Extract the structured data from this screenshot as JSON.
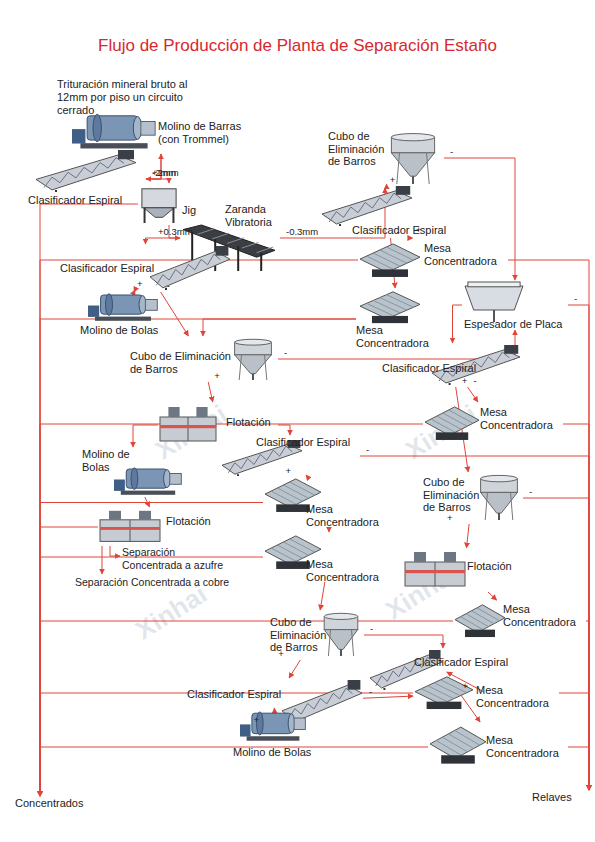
{
  "diagram": {
    "title": "Flujo de Producción de Planta de Separación Estaño",
    "nodes": [
      {
        "text": [
          "Molino de Barras (con Trommel)"
        ]
      },
      {
        "text": [
          "Clasificador Espiral"
        ]
      },
      {
        "text": [
          "Jig"
        ]
      },
      {
        "text": [
          "Zaranda Vibratoria"
        ]
      },
      {
        "text": [
          "Clasificador Espiral"
        ]
      },
      {
        "text": [
          "Molino de Bolas"
        ]
      },
      {
        "text": [
          "Cubo de Eliminación de Barros"
        ]
      },
      {
        "text": [
          "Clasificador Espiral"
        ]
      },
      {
        "text": [
          "Mesa Concentradora"
        ]
      },
      {
        "text": [
          "Mesa Concentradora"
        ]
      },
      {
        "text": [
          "Espesador de Placa"
        ]
      },
      {
        "text": [
          "Cubo de Eliminación de Barros"
        ]
      },
      {
        "text": [
          "Clasificador Espiral"
        ]
      },
      {
        "text": [
          "Flotación"
        ]
      },
      {
        "text": [
          "Clasificador Espiral"
        ]
      },
      {
        "text": [
          "Mesa Concentradora"
        ]
      },
      {
        "text": [
          "Molino de Bolas"
        ]
      },
      {
        "text": [
          "Mesa Concentradora"
        ]
      },
      {
        "text": [
          "Cubo de Eliminación de Barros"
        ]
      },
      {
        "text": [
          "Flotación"
        ]
      },
      {
        "text": [
          "Mesa Concentradora"
        ]
      },
      {
        "text": [
          "Flotación"
        ]
      },
      {
        "text": [
          "Mesa Concentradora"
        ]
      },
      {
        "text": [
          "Cubo de Eliminación de Barros"
        ]
      },
      {
        "text": [
          "Clasificador Espiral"
        ]
      },
      {
        "text": [
          "Clasificador Espiral"
        ]
      },
      {
        "text": [
          "Mesa Concentradora"
        ]
      },
      {
        "text": [
          "Molino de Bolas"
        ]
      },
      {
        "text": [
          "Mesa Concentradora"
        ]
      },
      {
        "text": [
          "Concentrados"
        ]
      },
      {
        "text": [
          "Relaves"
        ]
      }
    ],
    "edges": [
      {
        "from": 0,
        "to": 1,
        "arrow": "to"
      },
      {
        "from": 1,
        "to": 0,
        "arrow": "to",
        "label": "+2mm"
      },
      {
        "from": 1,
        "to": 2,
        "arrow": "to",
        "label": "-2mm"
      },
      {
        "from": 2,
        "to": 29,
        "arrow": "to"
      },
      {
        "from": 2,
        "to": 3,
        "arrow": "to"
      },
      {
        "from": 3,
        "to": 4,
        "arrow": "to",
        "label": "+0.3mm"
      },
      {
        "from": 3,
        "to": 6,
        "arrow": "to",
        "label": "-0.3mm"
      },
      {
        "from": 4,
        "to": 5,
        "arrow": "to",
        "label": "+"
      },
      {
        "from": 5,
        "to": 4,
        "arrow": "to"
      },
      {
        "from": 4,
        "to": 11,
        "arrow": "to",
        "label": "-"
      },
      {
        "from": 6,
        "to": 7,
        "arrow": "to",
        "label": "+"
      },
      {
        "from": 6,
        "to": 10,
        "arrow": "to",
        "label": "-"
      },
      {
        "from": 7,
        "to": 8,
        "arrow": "to",
        "label": "+"
      },
      {
        "from": 7,
        "to": 9,
        "arrow": "to",
        "label": "-"
      },
      {
        "from": 8,
        "to": 29,
        "arrow": "to"
      },
      {
        "from": 8,
        "to": 30,
        "arrow": "to"
      },
      {
        "from": 9,
        "to": 11,
        "arrow": "to"
      },
      {
        "from": 9,
        "to": 29,
        "arrow": "to"
      },
      {
        "from": 10,
        "to": 12,
        "arrow": "to"
      },
      {
        "from": 10,
        "to": 30,
        "arrow": "to",
        "label": "-"
      },
      {
        "from": 11,
        "to": 13,
        "arrow": "to",
        "label": "+"
      },
      {
        "from": 11,
        "to": 10,
        "arrow": "to",
        "label": "-"
      },
      {
        "from": 12,
        "to": 15,
        "arrow": "to",
        "label": "-"
      },
      {
        "from": 12,
        "to": 18,
        "arrow": "to",
        "label": "+"
      },
      {
        "from": 13,
        "to": 14,
        "arrow": "to"
      },
      {
        "from": 13,
        "to": 16,
        "arrow": "to"
      },
      {
        "from": 14,
        "to": 17,
        "arrow": "to",
        "label": "+"
      },
      {
        "from": 14,
        "to": 30,
        "arrow": "to",
        "label": "-"
      },
      {
        "from": 15,
        "to": 29,
        "arrow": "to"
      },
      {
        "from": 15,
        "to": 30,
        "arrow": "to"
      },
      {
        "from": 16,
        "to": 19,
        "arrow": "to"
      },
      {
        "from": 17,
        "to": 20,
        "arrow": "to"
      },
      {
        "from": 17,
        "to": 29,
        "arrow": "to"
      },
      {
        "from": 18,
        "to": 21,
        "arrow": "to",
        "label": "+"
      },
      {
        "from": 18,
        "to": 30,
        "arrow": "to",
        "label": "-"
      },
      {
        "from": 19,
        "to": 29,
        "arrow": "to"
      },
      {
        "from": 20,
        "to": 23,
        "arrow": "to"
      },
      {
        "from": 20,
        "to": 29,
        "arrow": "to"
      },
      {
        "from": 21,
        "to": 22,
        "arrow": "to"
      },
      {
        "from": 22,
        "to": 29,
        "arrow": "to"
      },
      {
        "from": 22,
        "to": 30,
        "arrow": "to"
      },
      {
        "from": 23,
        "to": 25,
        "arrow": "to",
        "label": "+"
      },
      {
        "from": 23,
        "to": 24,
        "arrow": "to",
        "label": "-"
      },
      {
        "from": 25,
        "to": 27,
        "arrow": "to",
        "label": "+"
      },
      {
        "from": 27,
        "to": 25,
        "arrow": "to"
      },
      {
        "from": 25,
        "to": 26,
        "arrow": "to",
        "label": "-"
      },
      {
        "from": 24,
        "to": 26,
        "arrow": "to",
        "label": "+"
      },
      {
        "from": 24,
        "to": 28,
        "arrow": "to",
        "label": "-"
      },
      {
        "from": 26,
        "to": 29,
        "arrow": "to"
      },
      {
        "from": 26,
        "to": 30,
        "arrow": "to"
      },
      {
        "from": 28,
        "to": 29,
        "arrow": "to"
      },
      {
        "from": 28,
        "to": 30,
        "arrow": "to"
      }
    ],
    "labels": [
      "Trituración mineral bruto al 12mm por piso un circuito cerrado",
      "Separación Concentrada a azufre",
      "Separación Concentrada a cobre",
      "Xinhai",
      "Xinhai",
      "Xinhai",
      "Xinhai"
    ]
  }
}
